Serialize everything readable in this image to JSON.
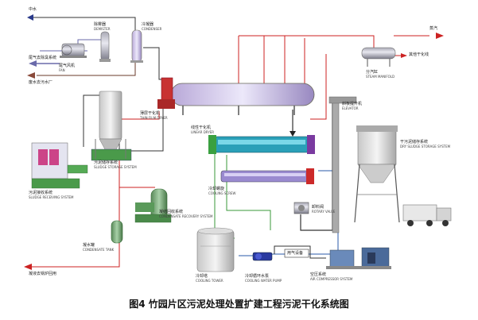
{
  "caption": "图4  竹园片区污泥处理处置扩建工程污泥干化系统图",
  "labels": {
    "middle_water": "中水",
    "exhaust_collect": "尾气去除臭系统",
    "drain_to_plant": "废水去污水厂",
    "steam_supply": "蒸汽",
    "dry_cycle": "其他干化线",
    "exhaust_fan": {
      "cn": "尾气风机",
      "en": "FAN"
    },
    "demister": {
      "cn": "除雾器",
      "en": "DEMISTER"
    },
    "condenser": {
      "cn": "冷凝器",
      "en": "CONDENSER"
    },
    "steam_manifold": {
      "cn": "分汽缸",
      "en": "STEAM MANIFOLD"
    },
    "thin_film_dryer": {
      "cn": "薄层干化机",
      "en": "THIN FILM DRYER"
    },
    "linear_dryer": {
      "cn": "线性干化机",
      "en": "LINEAR DRYER"
    },
    "sludge_storage": {
      "cn": "污泥储存系统",
      "en": "SLUDGE STORAGE SYSTEM"
    },
    "sludge_receiving": {
      "cn": "污泥接收系统",
      "en": "SLUDGE RECEIVING SYSTEM"
    },
    "cooling_screw": {
      "cn": "冷却螺旋",
      "en": "COOLING SCREW"
    },
    "rotary_valve": {
      "cn": "卸料阀",
      "en": "ROTARY VALVE"
    },
    "elevator": {
      "cn": "斜板提升机",
      "en": "ELEVATOR"
    },
    "dry_sludge_storage": {
      "cn": "干污泥储存系统",
      "en": "DRY SLUDGE STORAGE SYSTEM"
    },
    "condensate_recovery": {
      "cn": "凝结回收系统",
      "en": "CONDENSATE RECOVERY SYSTEM"
    },
    "condensate_tank": {
      "cn": "凝水罐",
      "en": "CONDENSATE TANK"
    },
    "to_boiler": "凝液去锅炉回用",
    "cooling_tower": {
      "cn": "冷却塔",
      "en": "COOLING TOWER"
    },
    "cooling_water_pump": {
      "cn": "冷却循环水泵",
      "en": "COOLING WATER PUMP"
    },
    "air_usage": "用气设备",
    "air_compressor": {
      "cn": "空压系统",
      "en": "AIR COMPRESSOR SYSTEM"
    }
  }
}
